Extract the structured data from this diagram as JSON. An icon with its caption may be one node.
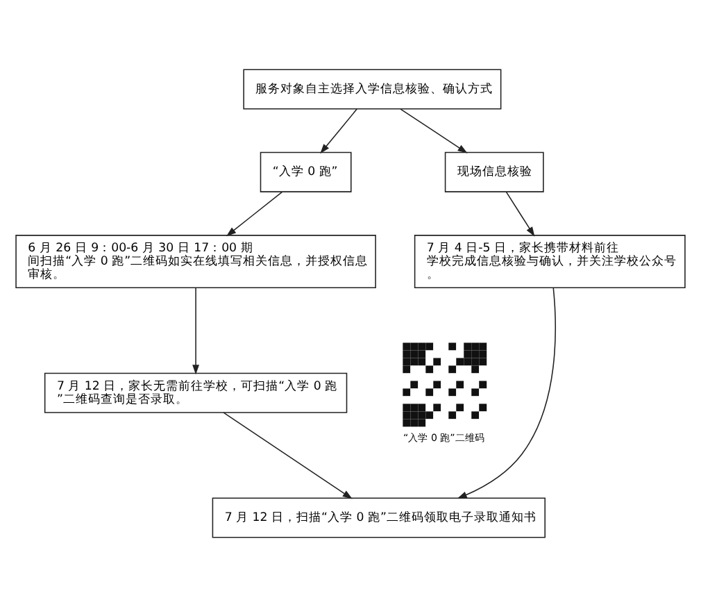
{
  "diagram": {
    "nodes": [
      {
        "text": [
          "服务对象自主选择入学信息核验、确认方式"
        ]
      },
      {
        "text": [
          "“入学 0 跑”"
        ]
      },
      {
        "text": [
          "现场信息核验"
        ]
      },
      {
        "text": [
          "6 月 26 日 9：00-6 月 30 日 17：00 期间扫描“入学 0 跑”二维码如实在线填写相关信息，并授权信息审核。"
        ]
      },
      {
        "text": [
          "7 月 4 日-5 日，家长携带材料前往学校完成信息核验与确认，并关注学校公众号。"
        ]
      },
      {
        "text": [
          "7 月 12 日，家长无需前往学校，可扫描“入学 0 跑”二维码查询是否录取。"
        ]
      },
      {
        "text": [],
        "shape": "picture",
        "beside": [
          "“入学 0 跑”二维码"
        ]
      },
      {
        "text": [
          "7 月 12 日，扫描“入学 0 跑”二维码领取电子录取通知书"
        ]
      }
    ],
    "edges": [
      {
        "from": 0,
        "to": 1,
        "arrow": "to"
      },
      {
        "from": 0,
        "to": 2,
        "arrow": "to"
      },
      {
        "from": 1,
        "to": 3,
        "arrow": "to"
      },
      {
        "from": 2,
        "to": 4,
        "arrow": "to"
      },
      {
        "from": 3,
        "to": 5,
        "arrow": "to"
      },
      {
        "from": 5,
        "to": 7,
        "arrow": "to"
      },
      {
        "from": 4,
        "to": 7,
        "arrow": "to"
      }
    ]
  }
}
